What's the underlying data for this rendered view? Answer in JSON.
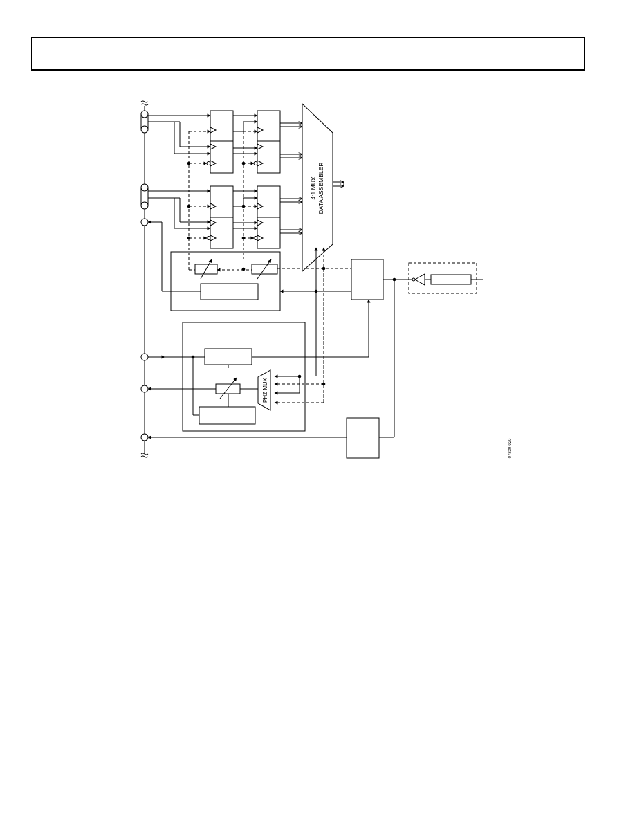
{
  "header": {
    "text": ""
  },
  "diagram": {
    "mux_label_line1": "4:1 MUX",
    "mux_label_line2": "DATA ASSEMBLER",
    "phase_mux_label": "PHZ MUX",
    "figure_id": "07839-020"
  },
  "colors": {
    "ink": "#000000",
    "background": "#ffffff"
  }
}
